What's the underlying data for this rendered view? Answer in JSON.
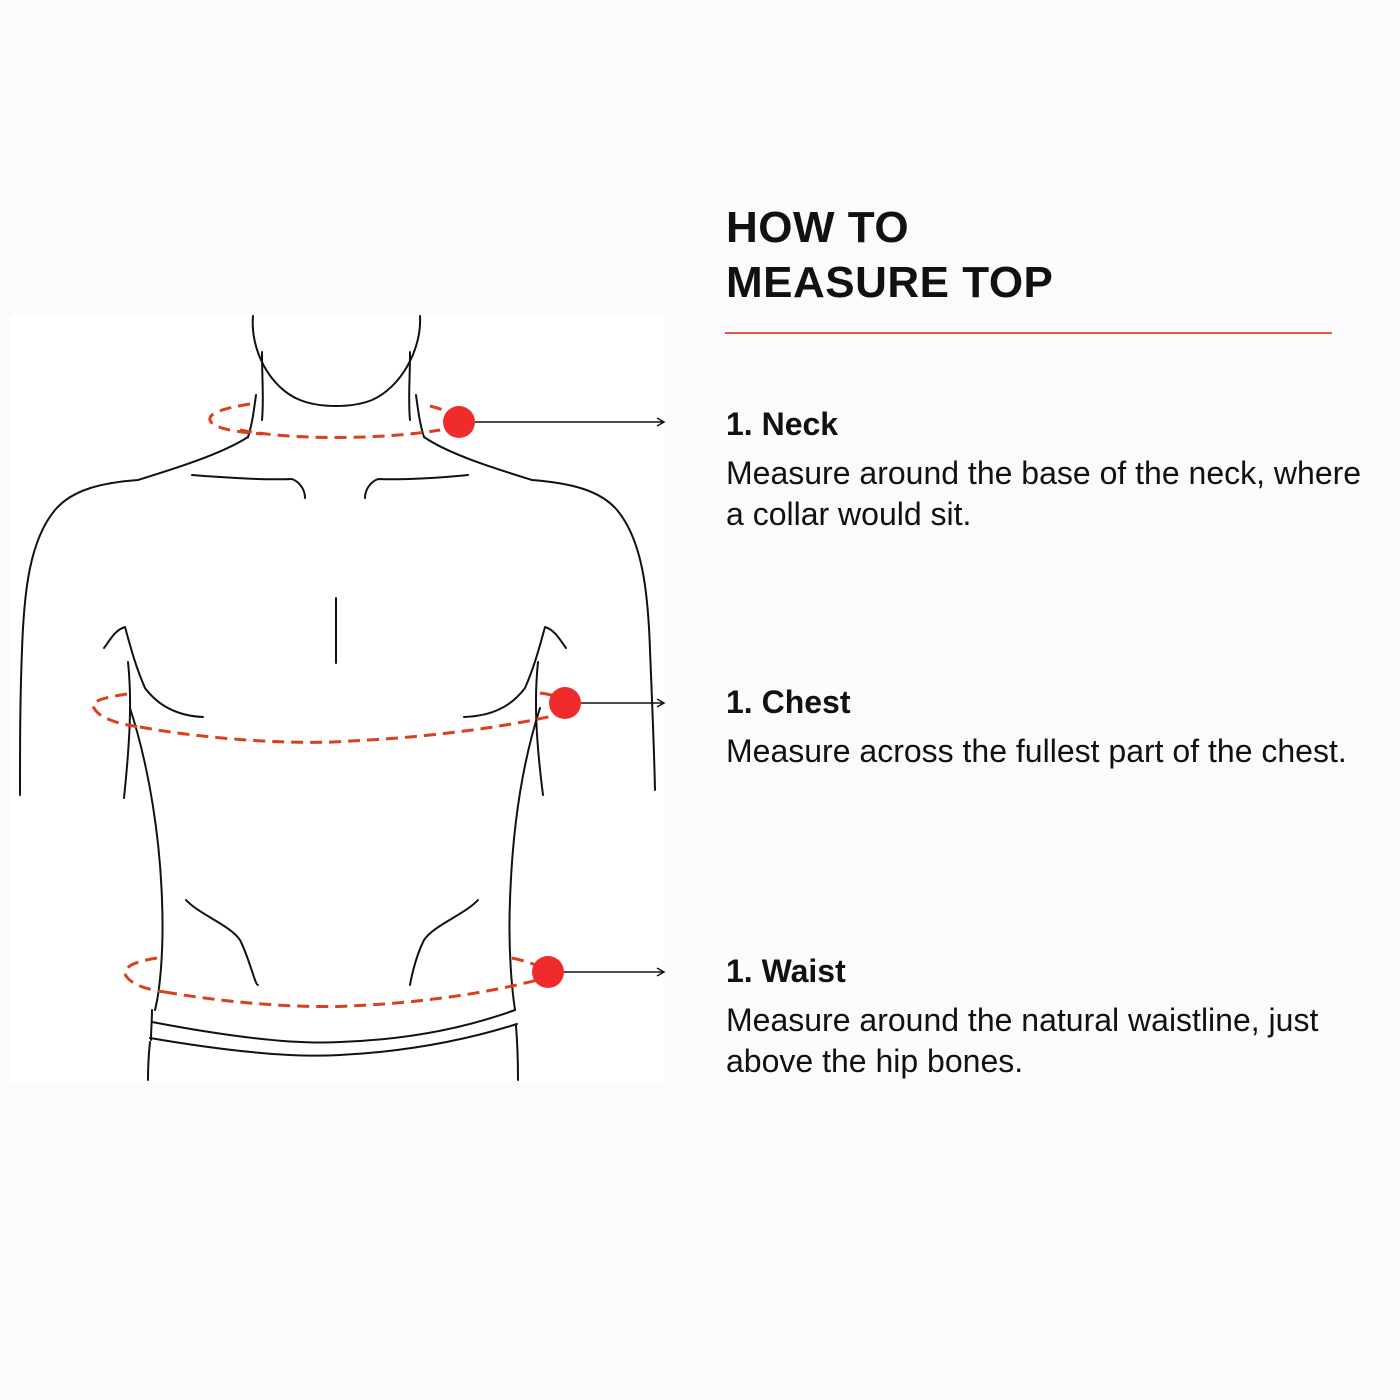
{
  "title": {
    "line1": "HOW TO",
    "line2": "MEASURE TOP"
  },
  "steps": [
    {
      "heading": "1. Neck",
      "text": "Measure around the base of the neck, where a collar would sit."
    },
    {
      "heading": "1. Chest",
      "text": "Measure across the fullest part of the chest."
    },
    {
      "heading": "1. Waist",
      "text": "Measure around the natural waistline, just above the hip bones."
    }
  ],
  "colors": {
    "accent": "#e8553f",
    "marker": "#ef2b2b",
    "dashed_line": "#d9401e",
    "outline": "#111111"
  }
}
